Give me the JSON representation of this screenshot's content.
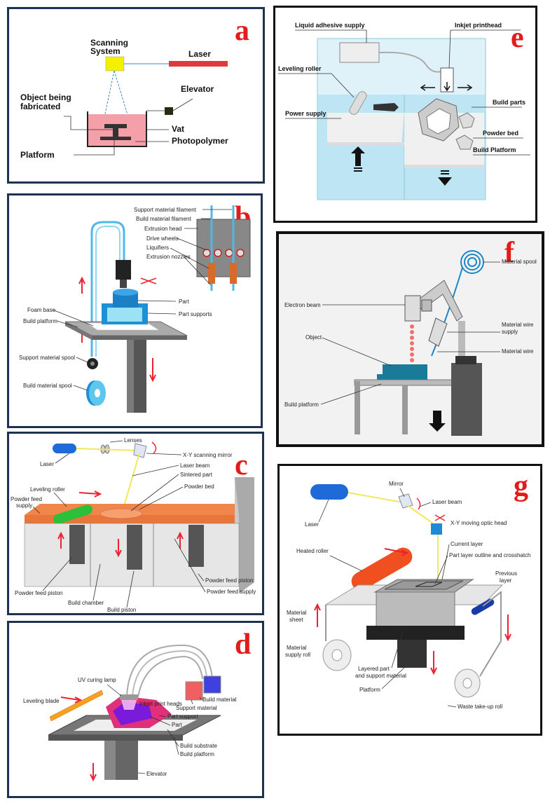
{
  "panels": {
    "a": {
      "letter": "a",
      "labels": {
        "scanning_system": [
          "Scanning",
          "System"
        ],
        "laser": "Laser",
        "elevator": "Elevator",
        "object": [
          "Object being",
          "fabricated"
        ],
        "vat": "Vat",
        "photopolymer": "Photopolymer",
        "platform": "Platform"
      }
    },
    "b": {
      "letter": "b",
      "labels": {
        "support_filament": "Support material filament",
        "build_filament": "Build material filament",
        "extrusion_head": "Extrusion head",
        "drive_wheels": "Drive wheels",
        "liquifiers": "Liquifiers",
        "extrusion_nozzles": "Extrusion nozzles",
        "part": "Part",
        "part_supports": "Part supports",
        "foam_base": "Foam base",
        "build_platform": "Build platform",
        "support_spool": "Support material spool",
        "build_spool": "Build material spool"
      }
    },
    "c": {
      "letter": "c",
      "labels": {
        "lenses": "Lenses",
        "laser": "Laser",
        "xy_mirror": "X-Y scanning mirror",
        "laser_beam": "Laser beam",
        "sintered_part": "Sintered part",
        "leveling_roller": "Leveling roller",
        "powder_feed_supply_l": [
          "Powder feed",
          "supply"
        ],
        "powder_bed": "Powder bed",
        "powder_feed_piston_l": "Powder feed piston",
        "build_chamber": "Build chamber",
        "build_piston": "Build piston",
        "powder_feed_piston_r": "Powder feed piston",
        "powder_feed_supply_r": "Powder feed supply"
      }
    },
    "d": {
      "letter": "d",
      "labels": {
        "uv_lamp": "UV curing lamp",
        "leveling_blade": "Leveling blade",
        "inkjet_heads": "Inkjet print heads",
        "support_material": "Support material",
        "build_material": "Build material",
        "part_support": "Part support",
        "part": "Part",
        "build_substrate": "Build substrate",
        "build_platform": "Build platform",
        "elevator": "Elevator"
      }
    },
    "e": {
      "letter": "e",
      "labels": {
        "liquid_adhesive": "Liquid adhesive supply",
        "inkjet_printhead": "Inkjet printhead",
        "leveling_roller": "Leveling roller",
        "power_supply": "Power supply",
        "build_parts": "Build parts",
        "powder_bed": "Powder bed",
        "build_platform": "Build Platform"
      }
    },
    "f": {
      "letter": "f",
      "labels": {
        "material_spool": "Material spool",
        "electron_beam": "Electron beam",
        "material_wire_supply": [
          "Material wire",
          "supply"
        ],
        "object": "Object",
        "material_wire": "Material wire",
        "build_platform": "Build platform"
      }
    },
    "g": {
      "letter": "g",
      "labels": {
        "mirror": "Mirror",
        "laser_beam": "Laser beam",
        "laser": "Laser",
        "xy_optic_head": "X-Y moving optic head",
        "heated_roller": "Heated roller",
        "current_layer": "Current layer",
        "part_outline": "Part layer outline and crosshatch",
        "previous_layer": [
          "Previous",
          "layer"
        ],
        "material_sheet": [
          "Material",
          "sheet"
        ],
        "material_supply_roll": [
          "Material",
          "supply roll"
        ],
        "layered_part": [
          "Layered part",
          "and support material"
        ],
        "platform": "Platform",
        "waste_roll": "Waste take-up roll"
      }
    }
  },
  "colors": {
    "frame": "#1f3350",
    "letter": "#e21b1b",
    "laser_red": "#e03a3a",
    "scanner_yellow": "#f5f000",
    "vat_pink": "#f5a0a8",
    "powder_orange": "#e8763a",
    "filament_blue": "#4fb8e6",
    "tank_blue": "#a8dcef"
  }
}
